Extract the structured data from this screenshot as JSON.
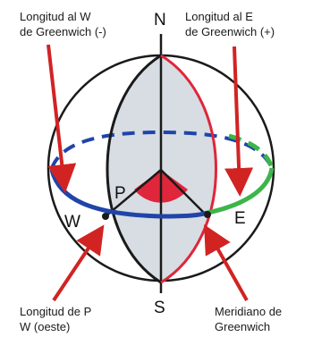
{
  "labels": {
    "west_longitude": [
      "Longitud al W",
      "de Greenwich (-)"
    ],
    "east_longitude": [
      "Longitud al E",
      "de Greenwich (+)"
    ],
    "point_longitude": [
      "Longitud de P",
      "W (oeste)"
    ],
    "greenwich_meridian": [
      "Meridiano de",
      "Greenwich"
    ]
  },
  "letters": {
    "north": "N",
    "south": "S",
    "west": "W",
    "east": "E",
    "point": "P"
  },
  "colors": {
    "globe_outline": "#1a1a1a",
    "shading": "#d7dde3",
    "greenwich": "#e0263a",
    "west_arc": "#2044a8",
    "east_arc": "#3cb54a",
    "arrow": "#d22323",
    "angle_fill": "#e0263a"
  }
}
